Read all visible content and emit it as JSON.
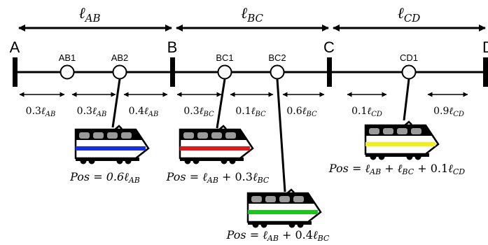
{
  "segments": {
    "AB": {
      "symbol": "ℓ",
      "sub": "AB"
    },
    "BC": {
      "symbol": "ℓ",
      "sub": "BC"
    },
    "CD": {
      "symbol": "ℓ",
      "sub": "CD"
    }
  },
  "stations": {
    "A": "A",
    "B": "B",
    "C": "C",
    "D": "D"
  },
  "nodes": {
    "AB1": "AB1",
    "AB2": "AB2",
    "BC1": "BC1",
    "BC2": "BC2",
    "CD1": "CD1"
  },
  "fractions": {
    "ab_03": {
      "coef": "0.3",
      "symbol": "ℓ",
      "sub": "AB"
    },
    "ab_03b": {
      "coef": "0.3",
      "symbol": "ℓ",
      "sub": "AB"
    },
    "ab_04": {
      "coef": "0.4",
      "symbol": "ℓ",
      "sub": "AB"
    },
    "bc_03": {
      "coef": "0.3",
      "symbol": "ℓ",
      "sub": "BC"
    },
    "bc_01": {
      "coef": "0.1",
      "symbol": "ℓ",
      "sub": "BC"
    },
    "bc_06": {
      "coef": "0.6",
      "symbol": "ℓ",
      "sub": "BC"
    },
    "cd_01": {
      "coef": "0.1",
      "symbol": "ℓ",
      "sub": "CD"
    },
    "cd_09": {
      "coef": "0.9",
      "symbol": "ℓ",
      "sub": "CD"
    }
  },
  "trains": {
    "blue": {
      "stripe_color": "#1a2fe0",
      "pos": {
        "pre": "Pos = 0.6",
        "sym": "ℓ",
        "sub": "AB"
      }
    },
    "red": {
      "stripe_color": "#e01a1a",
      "pos": {
        "pre": "Pos = ",
        "sym1": "ℓ",
        "sub1": "AB",
        "mid": " + 0.3",
        "sym2": "ℓ",
        "sub2": "BC"
      }
    },
    "green": {
      "stripe_color": "#1fc21f",
      "pos": {
        "pre": "Pos = ",
        "sym1": "ℓ",
        "sub1": "AB",
        "mid": " + 0.4",
        "sym2": "ℓ",
        "sub2": "BC"
      }
    },
    "yellow": {
      "stripe_color": "#f2ef1a",
      "pos": {
        "pre": "Pos = ",
        "sym1": "ℓ",
        "sub1": "AB",
        "mid1": " + ",
        "sym2": "ℓ",
        "sub2": "BC",
        "mid2": " + 0.1",
        "sym3": "ℓ",
        "sub3": "CD"
      }
    }
  }
}
